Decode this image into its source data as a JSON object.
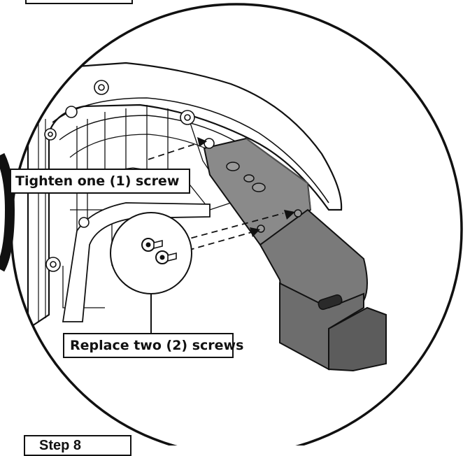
{
  "callouts": {
    "tighten": "Tighten one (1) screw",
    "replace": "Replace two (2) screws"
  },
  "step": {
    "label": "Step 8"
  },
  "colors": {
    "line": "#111111",
    "bracket": "#7a7a7a",
    "bracket_dark": "#5c5c5c",
    "bracket_light": "#9a9a9a",
    "housing": "#ffffff"
  },
  "icons": {
    "screw": "screw-icon",
    "arrow": "arrow-icon"
  }
}
